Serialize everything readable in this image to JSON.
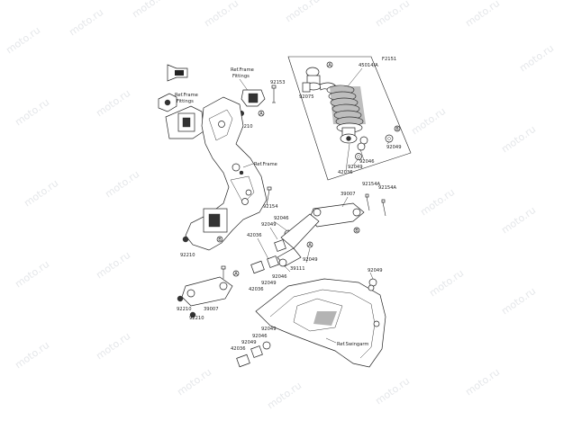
{
  "diagram": {
    "code": "F2151",
    "callouts": {
      "a": "A",
      "b": "B"
    },
    "watermark": "moto.ru",
    "labels": {
      "ref_frame_fittings": [
        "Ref.Frame",
        "Fittings"
      ],
      "ref_frame_fittings_left": [
        "Ref.Frame",
        "Fittings"
      ],
      "ref_frame": "Ref.Frame",
      "ref_swingarm": "Ref.Swingarm",
      "p45014A": "45014/A",
      "p92153": "92153",
      "p92075": "92075",
      "p92210_top": "92210",
      "p92049_shock_r": "92049",
      "p92046_shock": "92046",
      "p92049_shock": "92049",
      "p42036_shock": "42036",
      "p92154_mid": "92154",
      "p39007_top": "39007",
      "p92154A_a": "92154A",
      "p92154A_b": "92154A",
      "p92046_mid": "92046",
      "p92049_mid": "92049",
      "p42036_mid": "42036",
      "p92049_mid2": "92049",
      "p39111": "39111",
      "p92049_right": "92049",
      "p92049_lower": "92049",
      "p92046_lower": "92046",
      "p42036_lower": "42036",
      "p92210_frame": "92210",
      "p92210_a": "92210",
      "p92210_b": "92210",
      "p39007_bottom": "39007",
      "p92049_bot": "92049",
      "p92046_bot": "92046",
      "p92049_bot2": "92049",
      "p42036_bot": "42036"
    }
  }
}
